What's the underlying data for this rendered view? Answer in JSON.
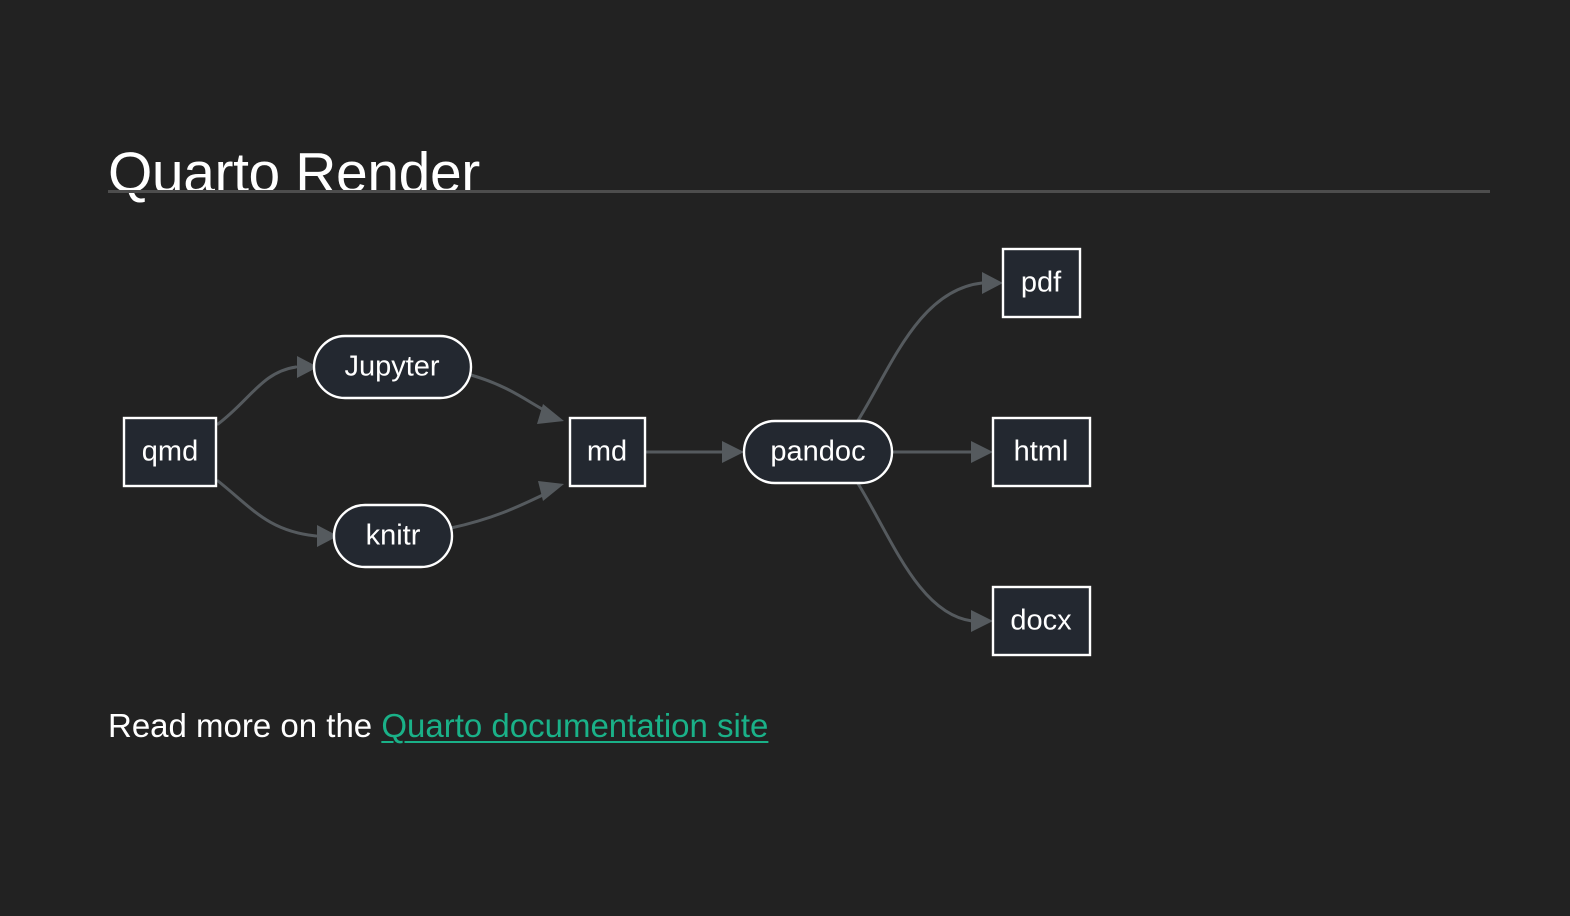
{
  "theme": {
    "background": "#222222",
    "node_fill": "#232830",
    "node_stroke": "#ffffff",
    "edge_color": "#555a5e",
    "text_color": "#ffffff",
    "link_color": "#1ab188",
    "rule_color": "#4d4d4d"
  },
  "slide": {
    "title": "Quarto Render"
  },
  "diagram": {
    "type": "flowchart",
    "direction": "left-to-right",
    "nodes": [
      {
        "id": "qmd",
        "label": "qmd",
        "shape": "rect"
      },
      {
        "id": "jupyter",
        "label": "Jupyter",
        "shape": "stadium"
      },
      {
        "id": "knitr",
        "label": "knitr",
        "shape": "stadium"
      },
      {
        "id": "md",
        "label": "md",
        "shape": "rect"
      },
      {
        "id": "pandoc",
        "label": "pandoc",
        "shape": "stadium"
      },
      {
        "id": "pdf",
        "label": "pdf",
        "shape": "rect"
      },
      {
        "id": "html",
        "label": "html",
        "shape": "rect"
      },
      {
        "id": "docx",
        "label": "docx",
        "shape": "rect"
      }
    ],
    "edges": [
      {
        "from": "qmd",
        "to": "jupyter"
      },
      {
        "from": "qmd",
        "to": "knitr"
      },
      {
        "from": "jupyter",
        "to": "md"
      },
      {
        "from": "knitr",
        "to": "md"
      },
      {
        "from": "md",
        "to": "pandoc"
      },
      {
        "from": "pandoc",
        "to": "pdf"
      },
      {
        "from": "pandoc",
        "to": "html"
      },
      {
        "from": "pandoc",
        "to": "docx"
      }
    ]
  },
  "footer": {
    "prefix": "Read more on the ",
    "link_text": "Quarto documentation site"
  }
}
